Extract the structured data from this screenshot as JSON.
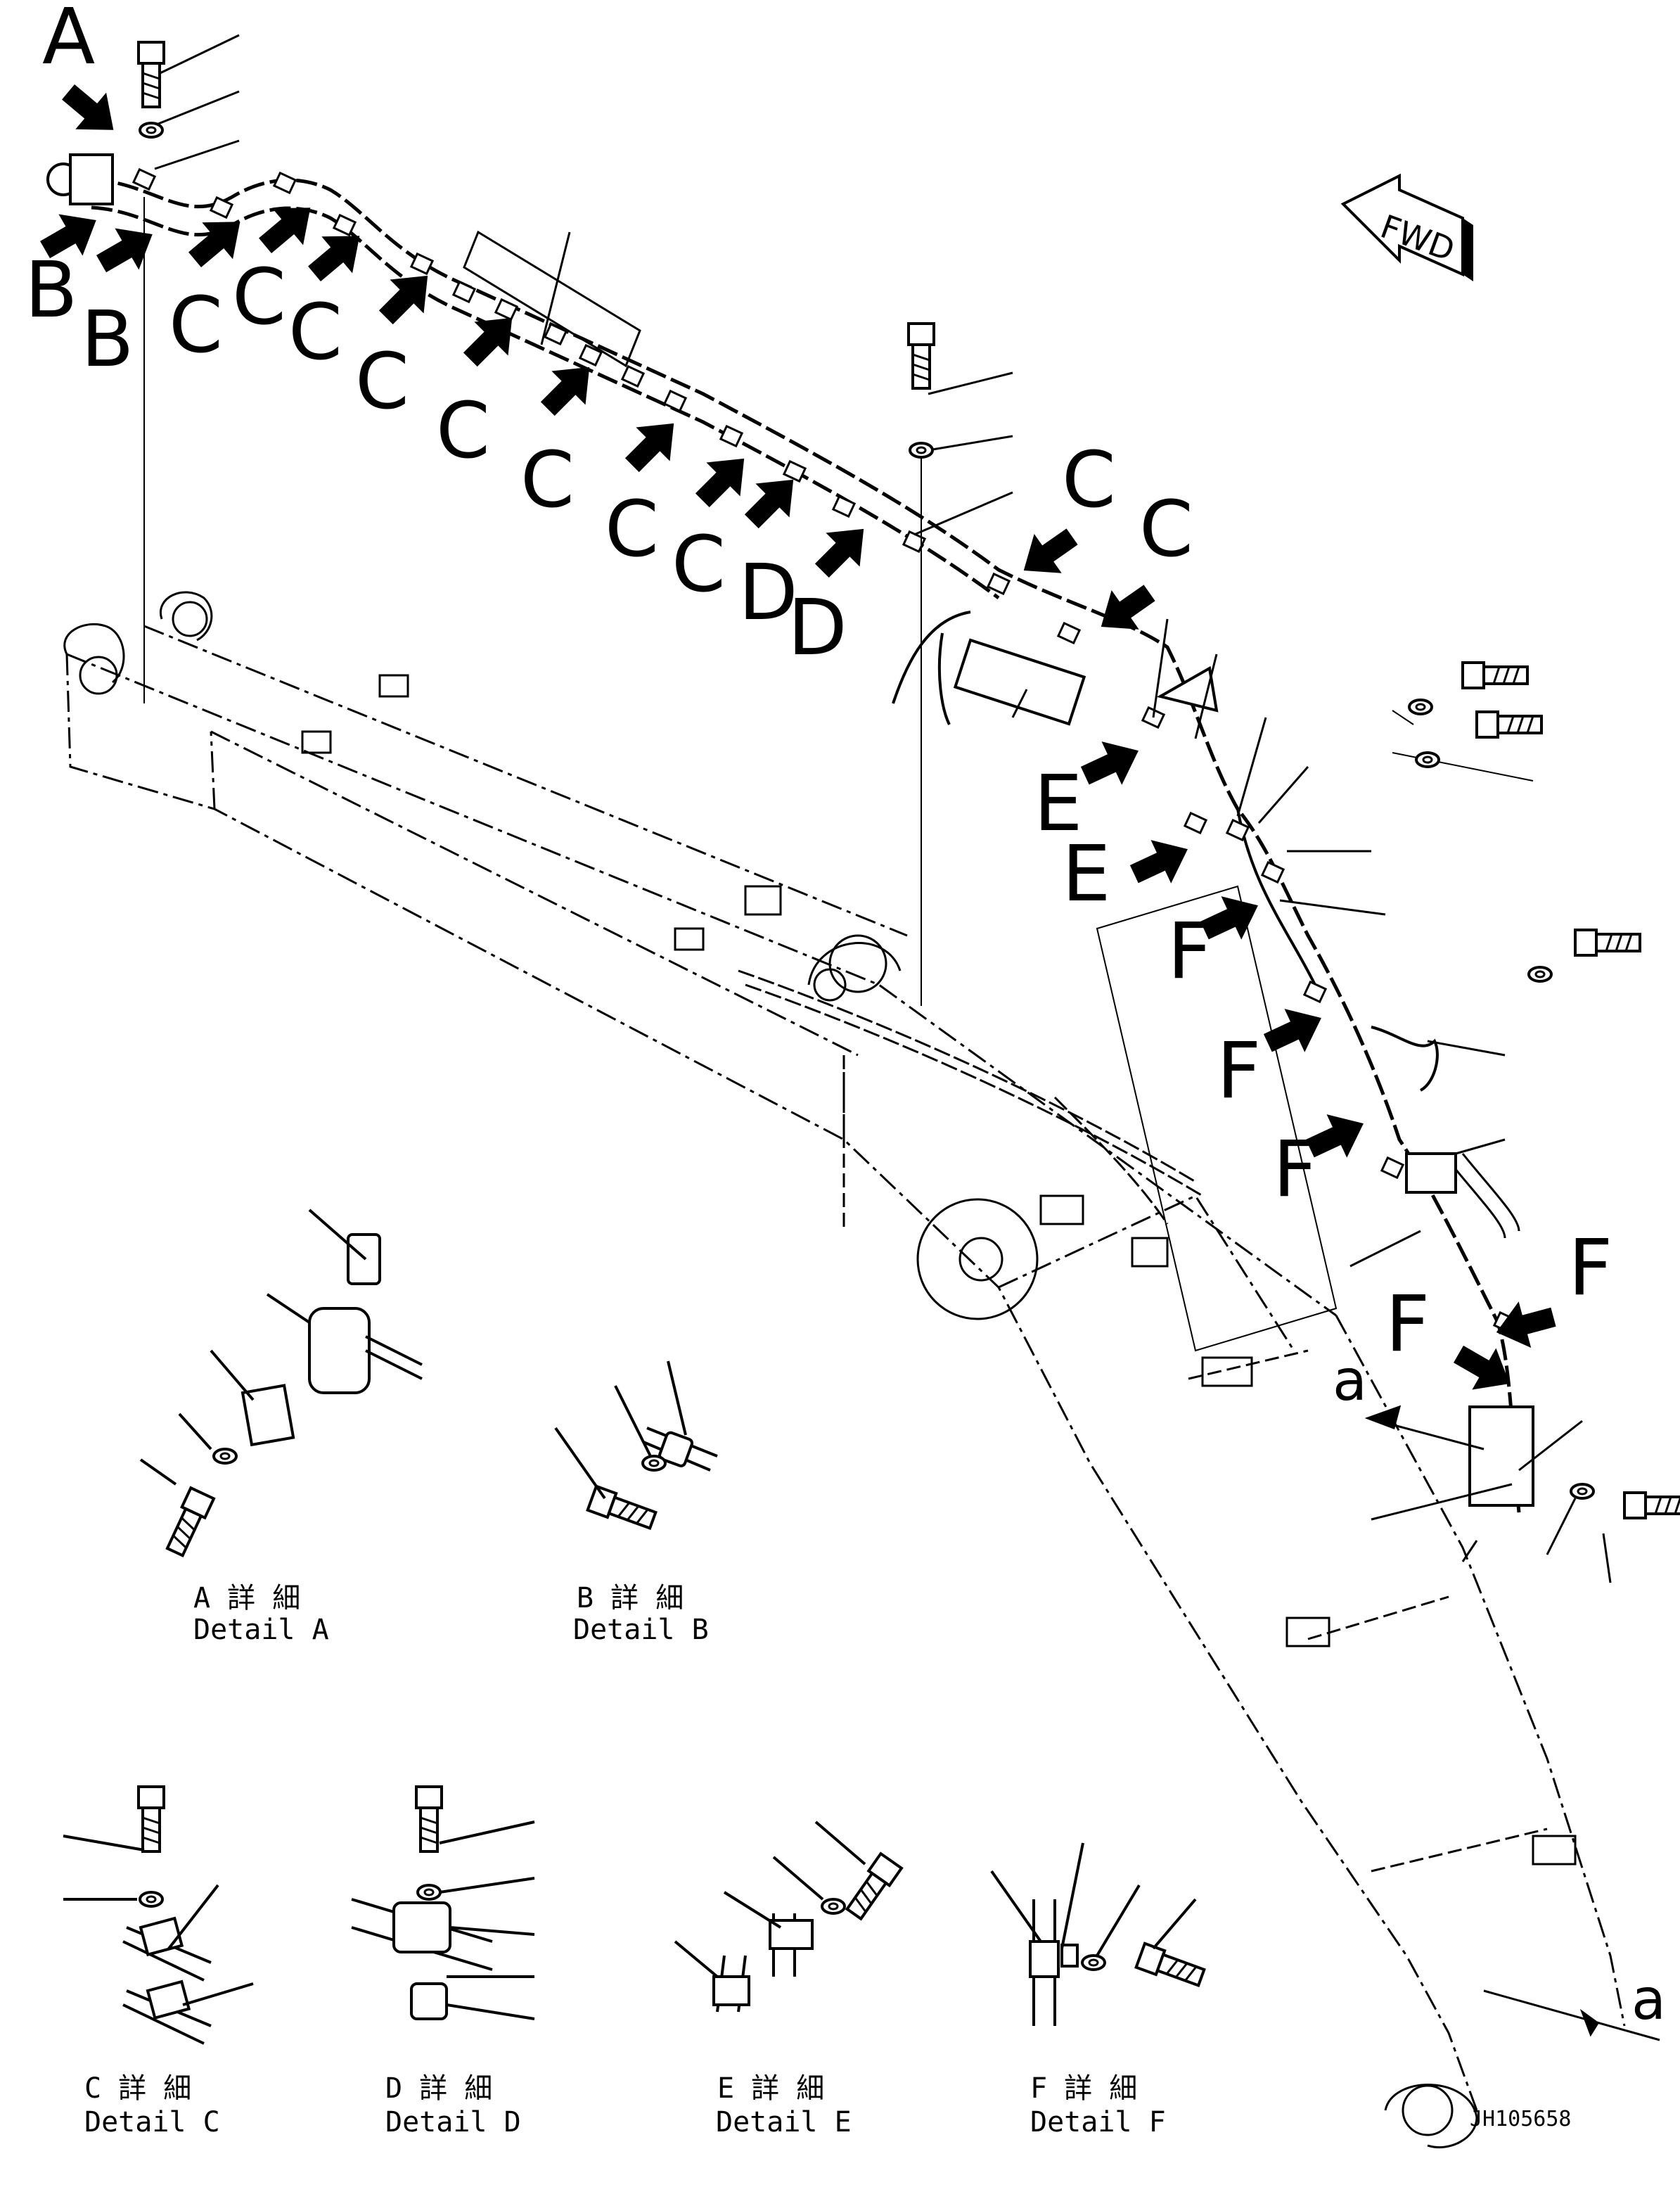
{
  "diagram": {
    "drawing_number": "JH105658",
    "fwd_label": "FWD",
    "callouts": {
      "a": "A",
      "b": "B",
      "c": "C",
      "d": "D",
      "e": "E",
      "f": "F",
      "section": "a"
    },
    "details": [
      {
        "id": "A",
        "caption_jp": "A 詳 細",
        "caption_en": "Detail A"
      },
      {
        "id": "B",
        "caption_jp": "B 詳 細",
        "caption_en": "Detail B"
      },
      {
        "id": "C",
        "caption_jp": "C 詳 細",
        "caption_en": "Detail C"
      },
      {
        "id": "D",
        "caption_jp": "D 詳 細",
        "caption_en": "Detail D"
      },
      {
        "id": "E",
        "caption_jp": "E 詳 細",
        "caption_en": "Detail E"
      },
      {
        "id": "F",
        "caption_jp": "F 詳 細",
        "caption_en": "Detail F"
      }
    ],
    "colors": {
      "line": "#000000",
      "background": "#ffffff"
    }
  }
}
